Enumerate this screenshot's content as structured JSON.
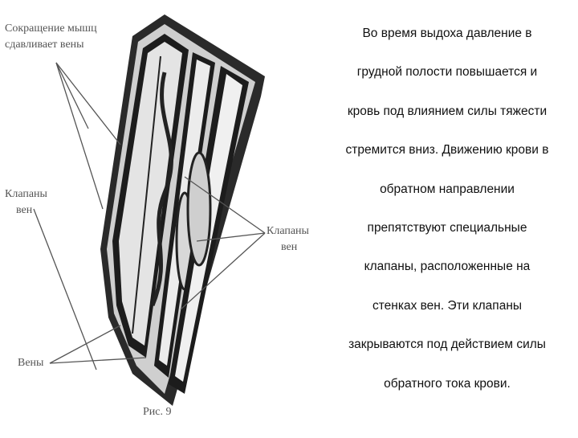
{
  "figure": {
    "label_muscle": [
      "Сокращение мышц",
      "сдавливает вены"
    ],
    "label_valves_left": [
      "Клапаны",
      "вен"
    ],
    "label_valves_right": [
      "Клапаны",
      "вен"
    ],
    "label_veins": "Вены",
    "caption": "Рис. 9"
  },
  "text": {
    "lines": [
      "Во время выдоха давление в",
      "грудной полости повышается и",
      "кровь под влиянием силы тяжести",
      "стремится вниз. Движению крови в",
      "обратном направлении",
      "препятствуют специальные",
      "клапаны, расположенные на",
      "стенках вен. Эти клапаны",
      "закрываются под действием силы",
      "обратного тока крови."
    ]
  }
}
